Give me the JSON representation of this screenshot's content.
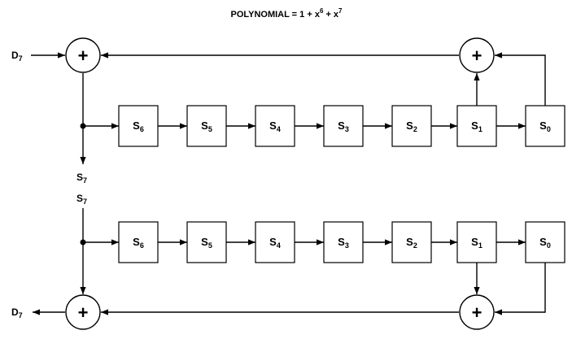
{
  "title": {
    "prefix": "POLYNOMIAL = 1 + x",
    "exp1": "6",
    "mid": " + x",
    "exp2": "7"
  },
  "scrambler": {
    "input_label": {
      "base": "D",
      "sub": "7"
    },
    "tap_label": {
      "base": "S",
      "sub": "7"
    },
    "registers": [
      {
        "base": "S",
        "sub": "6"
      },
      {
        "base": "S",
        "sub": "5"
      },
      {
        "base": "S",
        "sub": "4"
      },
      {
        "base": "S",
        "sub": "3"
      },
      {
        "base": "S",
        "sub": "2"
      },
      {
        "base": "S",
        "sub": "1"
      },
      {
        "base": "S",
        "sub": "0"
      }
    ]
  },
  "descrambler": {
    "input_label": {
      "base": "S",
      "sub": "7"
    },
    "output_label": {
      "base": "D",
      "sub": "7"
    },
    "registers": [
      {
        "base": "S",
        "sub": "6"
      },
      {
        "base": "S",
        "sub": "5"
      },
      {
        "base": "S",
        "sub": "4"
      },
      {
        "base": "S",
        "sub": "3"
      },
      {
        "base": "S",
        "sub": "2"
      },
      {
        "base": "S",
        "sub": "1"
      },
      {
        "base": "S",
        "sub": "0"
      }
    ]
  },
  "xor_symbol": "+"
}
